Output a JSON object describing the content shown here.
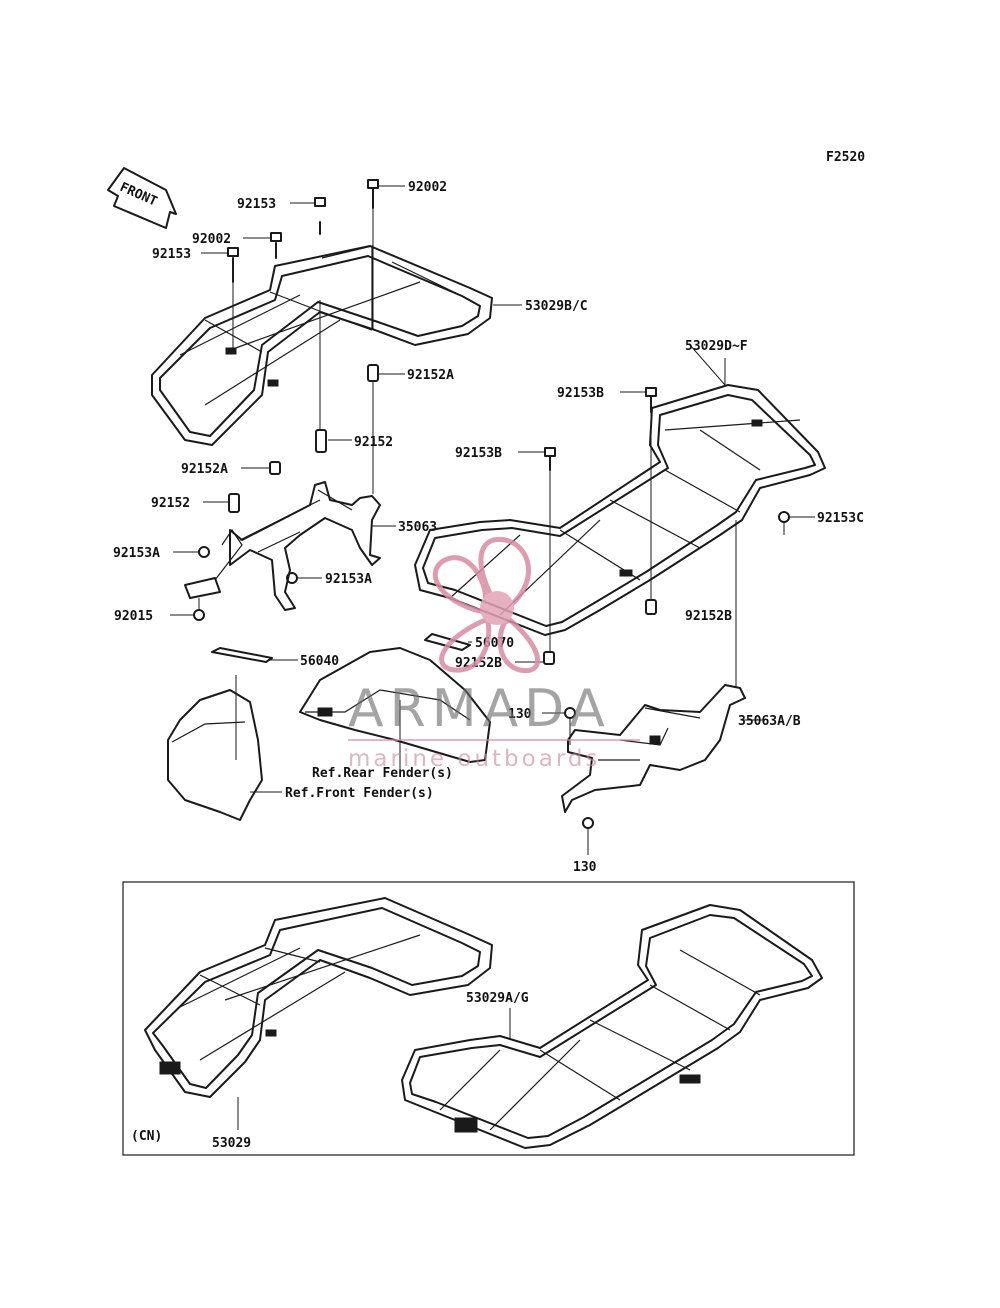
{
  "diagram_code": "F2520",
  "front_badge": "FRONT",
  "labels": {
    "l92002a": "92002",
    "l92153a": "92153",
    "l92002b": "92002",
    "l92153b": "92153",
    "l53029bc": "53029B/C",
    "l92152a_top": "92152A",
    "l92152_mid": "92152",
    "l92152a_left": "92152A",
    "l92152_left": "92152",
    "l35063": "35063",
    "l92153a_left": "92153A",
    "l92153a_right": "92153A",
    "l92015": "92015",
    "l56040": "56040",
    "l53029df": "53029D~F",
    "l92153b_top": "92153B",
    "l92153b_mid": "92153B",
    "l92153c": "92153C",
    "l92152b_right": "92152B",
    "l56070": "56070",
    "l92152b_low": "92152B",
    "l130_top": "130",
    "l35063ab": "35063A/B",
    "l130_bottom": "130",
    "ref_rear": "Ref.Rear Fender(s)",
    "ref_front": "Ref.Front Fender(s)",
    "l53029ag": "53029A/G",
    "l53029": "53029",
    "cn": "(CN)"
  },
  "watermark": {
    "brand": "ARMADA",
    "tagline": "marine outboards"
  },
  "colors": {
    "line": "#1a1a1a",
    "watermark_pink": "#d98ba3",
    "watermark_gray": "#6b6b6b"
  }
}
